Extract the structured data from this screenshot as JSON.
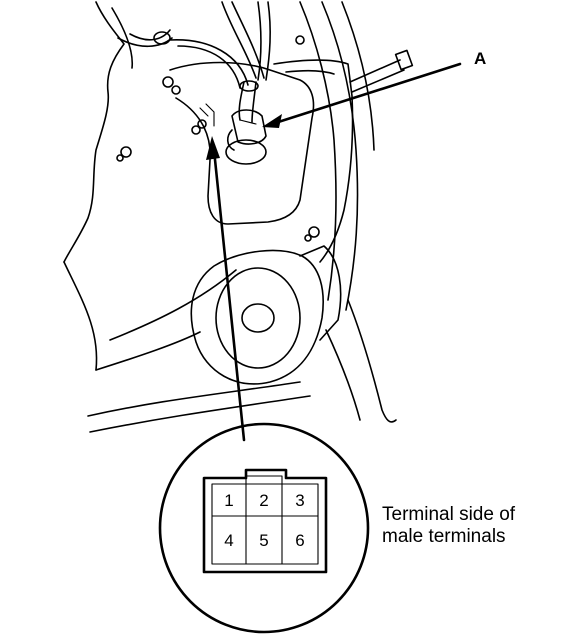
{
  "callout_a": "A",
  "caption": {
    "line1": "Terminal side of",
    "line2": "male terminals"
  },
  "connector": {
    "pins_top": [
      "1",
      "2",
      "3"
    ],
    "pins_bottom": [
      "4",
      "5",
      "6"
    ]
  }
}
